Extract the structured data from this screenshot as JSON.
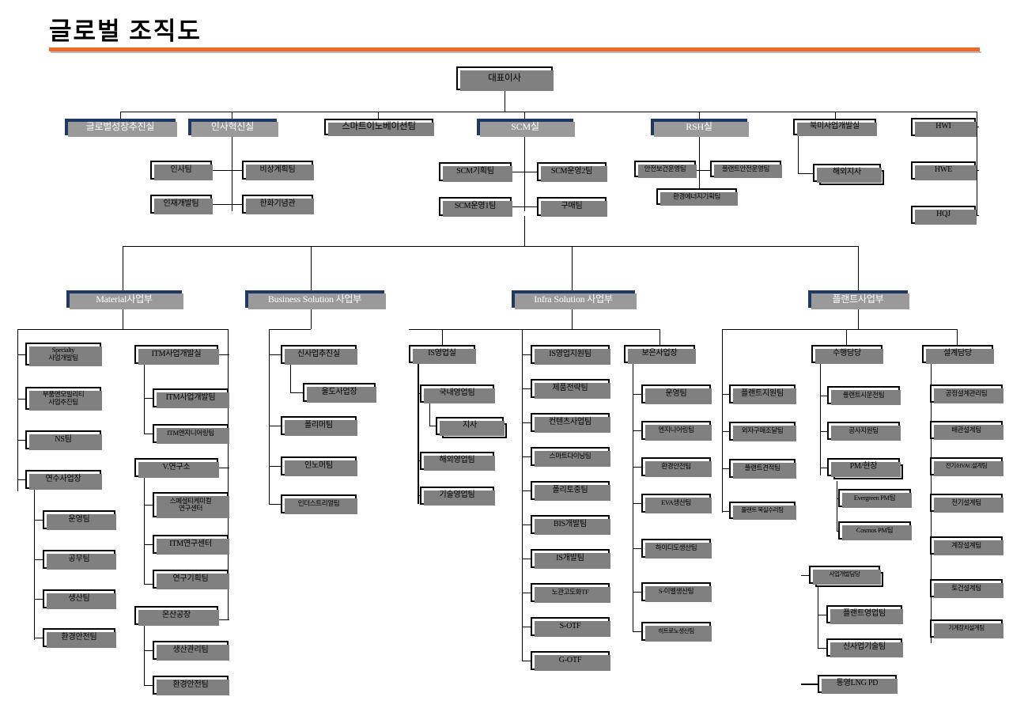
{
  "page": {
    "title": "글로벌 조직도",
    "accent_color": "#ED6A28",
    "header_fill": "#1F3864",
    "box_fill": "#FFFFFF",
    "line_color": "#000000"
  },
  "chart_data": {
    "type": "diagram",
    "diagram_kind": "organization-chart",
    "root": "대표이사",
    "levels": 5
  },
  "top": {
    "ceo": "대표이사",
    "offices": [
      {
        "label": "글로벌성장추진실",
        "style": "navy"
      },
      {
        "label": "인사혁신실",
        "style": "navy"
      },
      {
        "label": "스마트이노베이션팀",
        "style": "plain"
      },
      {
        "label": "SCM실",
        "style": "navy"
      },
      {
        "label": "RSH실",
        "style": "navy"
      },
      {
        "label": "북미사업개발실",
        "style": "plain"
      }
    ],
    "hr_teams": [
      "인사팀",
      "비상계획팀",
      "인재개발팀",
      "한화기념관"
    ],
    "scm_teams": [
      "SCM기획팀",
      "SCM운영2팀",
      "SCM운영1팀",
      "구매팀"
    ],
    "rsh_teams": [
      "안전보건운영팀",
      "플랜트안전운영팀",
      "환경에너지기획팀"
    ],
    "overseas": {
      "label": "해외지사",
      "branches": [
        "HWI",
        "HWE",
        "HQJ"
      ]
    }
  },
  "divisions": [
    {
      "name": "Material사업부",
      "col_a": [
        {
          "label": "Specialty\n사업개발팀"
        },
        {
          "label": "부품앤모빌리티\n사업추진팀"
        },
        {
          "label": "NS팀"
        },
        {
          "label": "연수사업장",
          "children": [
            "운영팀",
            "공무팀",
            "생산팀",
            "환경안전팀"
          ]
        }
      ],
      "col_b": [
        {
          "label": "ITM사업개발실",
          "children": [
            "ITM사업개발팀",
            "ITM엔지니어링팀"
          ]
        },
        {
          "label": "V.연구소",
          "children": [
            "스페셜티케미컬\n연구센터",
            "ITM연구센터",
            "연구기획팀"
          ]
        },
        {
          "label": "온산공장",
          "children": [
            "생산관리팀",
            "환경안전팀"
          ]
        }
      ]
    },
    {
      "name": "Business Solution 사업부",
      "col_a": [
        {
          "label": "신사업추진실",
          "children": [
            "울도사업장"
          ]
        },
        {
          "label": "폴리머팀"
        },
        {
          "label": "인노머팀"
        },
        {
          "label": "인더스트리얼팀"
        }
      ]
    },
    {
      "name": "Infra Solution 사업부",
      "col_a": [
        {
          "label": "IS영업실",
          "children": [
            "국내영업팀",
            "지사",
            "해외영업팀",
            "기술영업팀"
          ]
        }
      ],
      "col_b": [
        "IS영업지원팀",
        "제품전략팀",
        "컨텐츠사업팀",
        "스마트다이닝팀",
        "폴리토중팀",
        "BIS개발팀",
        "IS개발팀",
        "노관고도화TF",
        "S-OTF",
        "G-OTF"
      ],
      "col_c": [
        {
          "label": "보은사업장",
          "children": [
            "운영팀",
            "엔지니어링팀",
            "환경안전팀",
            "EVA생산팀",
            "하이디도생산팀",
            "S-이벨생산팀",
            "히트로노생산팀"
          ]
        }
      ]
    },
    {
      "name": "플랜트사업부",
      "col_a": [
        "플랜트지원팀",
        "외자구매조달팀",
        "플랜트견적팀",
        "플랜트 복실수리팀"
      ],
      "col_b": [
        {
          "label": "수행담당",
          "children": [
            "플랜트시운전팀",
            "공사지원팀",
            "PM/현장"
          ]
        },
        {
          "label": "PM/현장 sub",
          "children": [
            "Evergreen PM팀",
            "Cosmos PM팀"
          ]
        },
        {
          "label": "사업개발담당",
          "children": [
            "플랜트영업팀",
            "신사업기술팀"
          ]
        },
        {
          "label": "통영LNG PD"
        }
      ],
      "col_c": [
        {
          "label": "설계담당",
          "children": [
            "공정설계관리팀",
            "배관설계팀",
            "전기/HVAC설계팀",
            "전기설계팀",
            "계장설계팀",
            "토건설계팀",
            "기계장치설계팀"
          ]
        }
      ]
    }
  ]
}
